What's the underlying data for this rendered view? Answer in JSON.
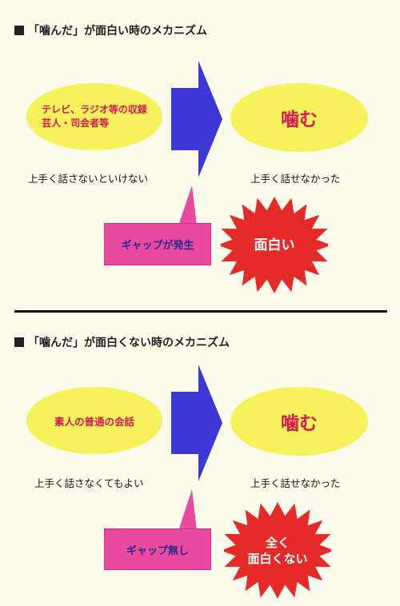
{
  "section1": {
    "heading": "「噛んだ」が面白い時のメカニズム",
    "left_ellipse": {
      "line1": "テレビ、ラジオ等の収録",
      "line2": "芸人・司会者等"
    },
    "left_caption": "上手く話さないといけない",
    "right_ellipse": "噛む",
    "right_caption": "上手く話せなかった",
    "gap_label": "ギャップが発生",
    "burst_label": "面白い"
  },
  "section2": {
    "heading": "「噛んだ」が面白くない時のメカニズム",
    "left_ellipse": "素人の普通の会話",
    "left_caption": "上手く話さなくてもよい",
    "right_ellipse": "噛む",
    "right_caption": "上手く話せなかった",
    "gap_label": "ギャップ無し",
    "burst_line1": "全く",
    "burst_line2": "面白くない"
  },
  "colors": {
    "background": "#fdfbec",
    "ellipse": "#f6f25c",
    "ellipse_text": "#d61a52",
    "arrow": "#3b38d6",
    "gap_box": "#e94aa0",
    "burst": "#e52a2a"
  }
}
